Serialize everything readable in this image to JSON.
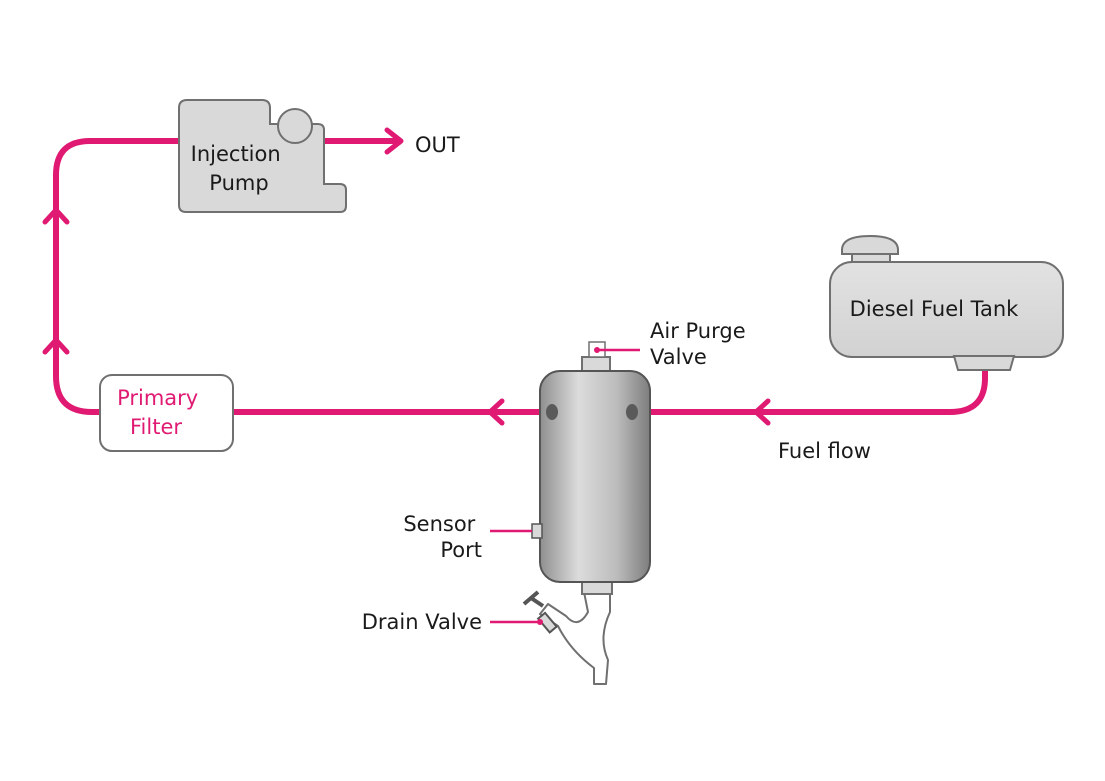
{
  "colors": {
    "pipe": "#e01a72",
    "component_fill": "#d9d9d9",
    "component_stroke": "#707070",
    "separator_fill": "#bdbdbd"
  },
  "labels": {
    "injection_pump": [
      "Injection",
      "Pump"
    ],
    "out": "OUT",
    "diesel_fuel_tank": "Diesel Fuel Tank",
    "air_purge_valve": [
      "Air Purge",
      "Valve"
    ],
    "primary_filter": [
      "Primary",
      "Filter"
    ],
    "fuel_flow": "Fuel flow",
    "sensor_port": [
      "Sensor",
      "Port"
    ],
    "drain_valve": "Drain Valve"
  }
}
